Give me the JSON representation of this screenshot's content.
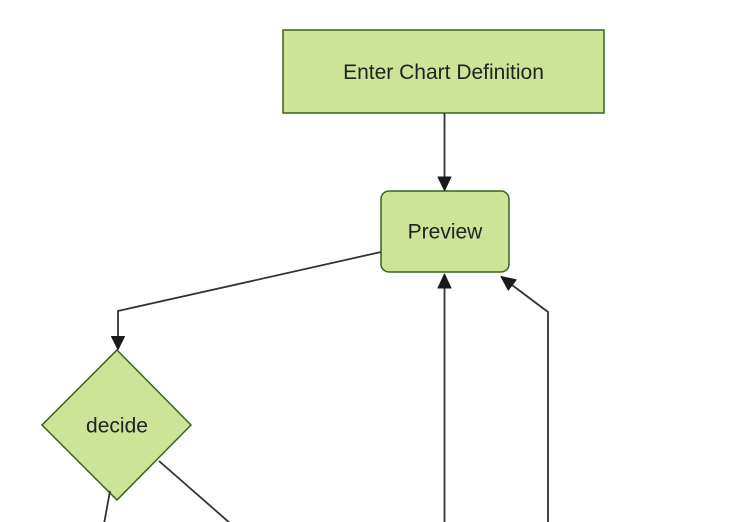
{
  "diagram": {
    "type": "flowchart",
    "orientation": "top-down",
    "nodes": [
      {
        "id": "enter-chart-definition",
        "label": "Enter Chart Definition",
        "shape": "rectangle"
      },
      {
        "id": "preview",
        "label": "Preview",
        "shape": "rounded-rectangle"
      },
      {
        "id": "decide",
        "label": "decide",
        "shape": "diamond"
      }
    ],
    "edges": [
      {
        "from": "enter-chart-definition",
        "to": "preview",
        "arrow": true,
        "clipped": false
      },
      {
        "from": "preview",
        "to": "decide",
        "arrow": true,
        "clipped": false
      },
      {
        "from": "decide",
        "to": "below-viewport-left",
        "arrow": false,
        "clipped": true
      },
      {
        "from": "decide",
        "to": "below-viewport-right",
        "arrow": false,
        "clipped": true
      },
      {
        "from": "below-viewport-center",
        "to": "preview",
        "arrow": true,
        "clipped": true
      },
      {
        "from": "below-viewport-far-right",
        "to": "preview",
        "arrow": true,
        "clipped": true
      }
    ]
  },
  "colors": {
    "node_fill": "#cde498",
    "node_border": "#3a6121",
    "edge_line": "#333333",
    "arrowhead": "#1a1a1a",
    "text": "#222222",
    "background": "#ffffff"
  }
}
